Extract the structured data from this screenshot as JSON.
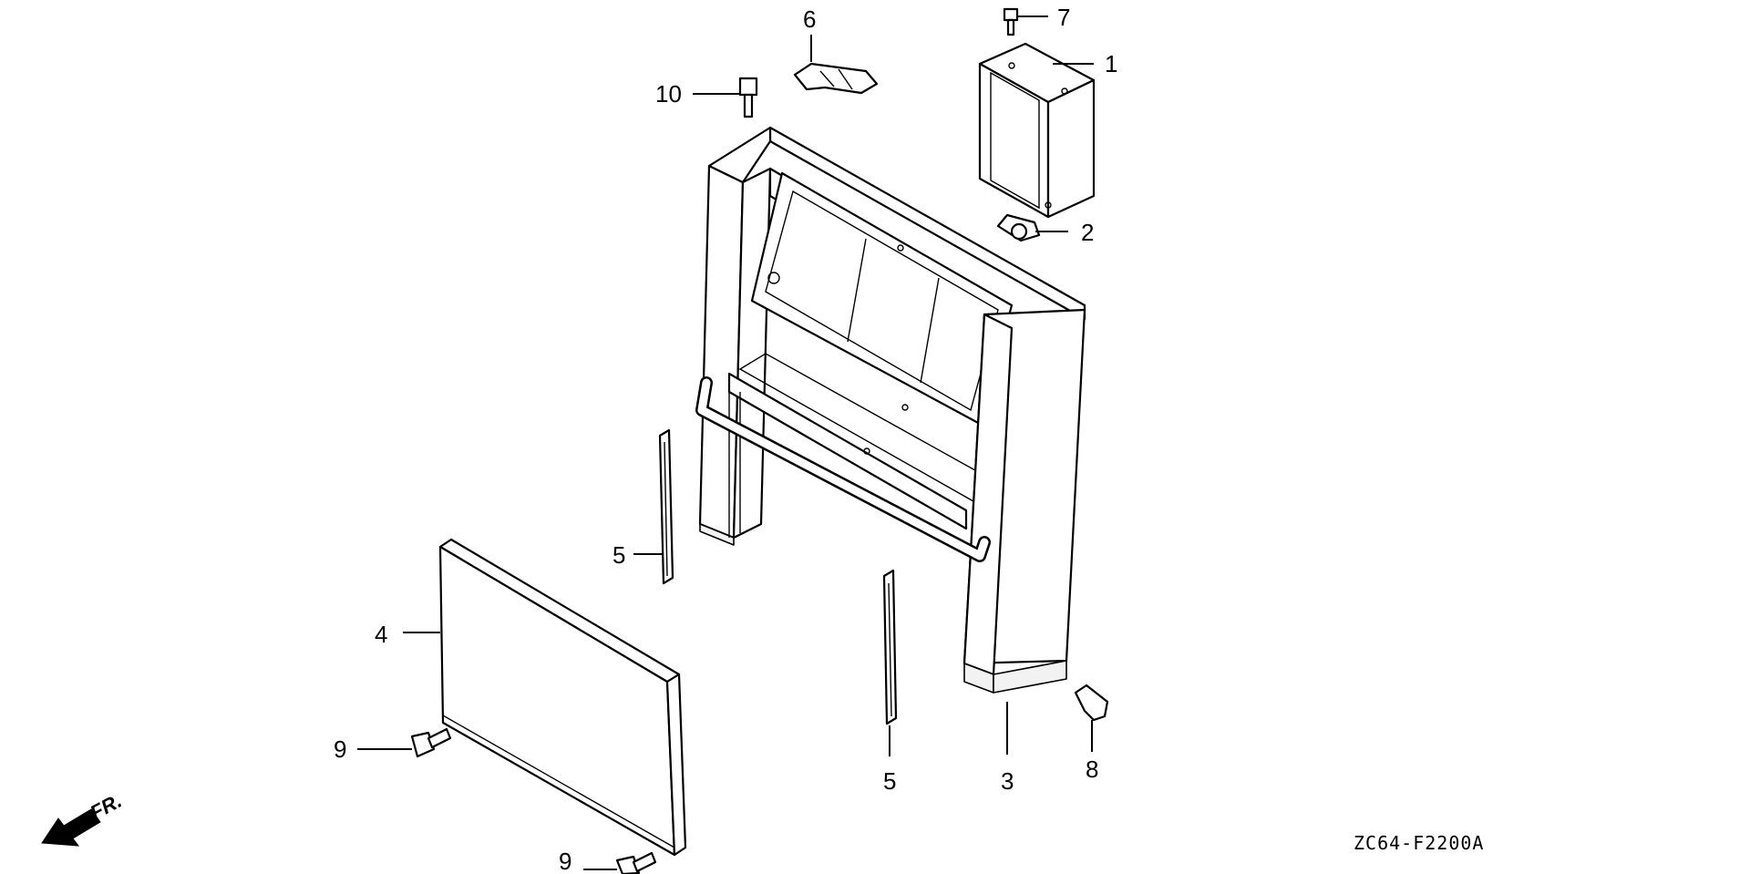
{
  "labels": {
    "p1": "1",
    "p2": "2",
    "p3": "3",
    "p4": "4",
    "p5a": "5",
    "p5b": "5",
    "p6": "6",
    "p7": "7",
    "p8": "8",
    "p9a": "9",
    "p9b": "9",
    "p10": "10"
  },
  "direction_label": "FR.",
  "diagram_code": "ZC64-F2200A"
}
